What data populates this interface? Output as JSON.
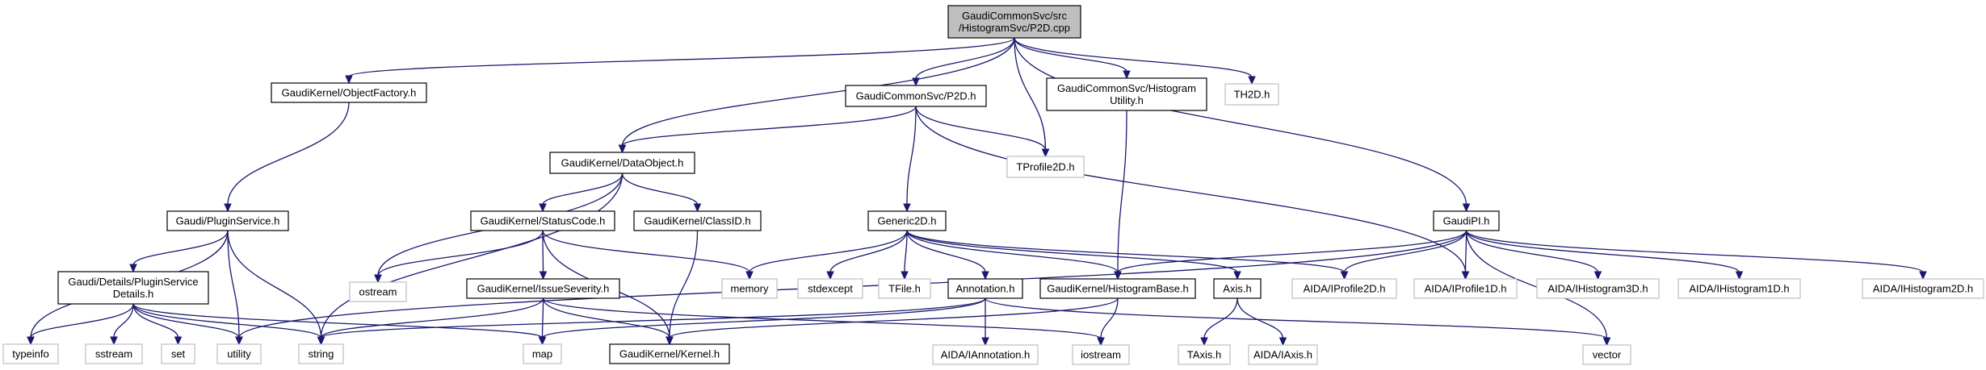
{
  "graph": {
    "title": "GaudiCommonSvc/src/HistogramSvc/P2D.cpp include dependency graph",
    "colors": {
      "edge": "#191970",
      "root_fill": "#bfbfbf",
      "documented_border": "#000000",
      "external_border": "#bfbfbf"
    },
    "nodes": [
      {
        "id": "root",
        "kind": "root",
        "lines": [
          "GaudiCommonSvc/src",
          "/HistogramSvc/P2D.cpp"
        ]
      },
      {
        "id": "objfactory",
        "kind": "doc",
        "lines": [
          "GaudiKernel/ObjectFactory.h"
        ]
      },
      {
        "id": "p2dh",
        "kind": "doc",
        "lines": [
          "GaudiCommonSvc/P2D.h"
        ]
      },
      {
        "id": "histutil",
        "kind": "doc",
        "lines": [
          "GaudiCommonSvc/Histogram",
          "Utility.h"
        ]
      },
      {
        "id": "th2d",
        "kind": "ext",
        "lines": [
          "TH2D.h"
        ]
      },
      {
        "id": "dataobject",
        "kind": "doc",
        "lines": [
          "GaudiKernel/DataObject.h"
        ]
      },
      {
        "id": "tprofile2d",
        "kind": "ext",
        "lines": [
          "TProfile2D.h"
        ]
      },
      {
        "id": "pluginservice",
        "kind": "doc",
        "lines": [
          "Gaudi/PluginService.h"
        ]
      },
      {
        "id": "statuscode",
        "kind": "doc",
        "lines": [
          "GaudiKernel/StatusCode.h"
        ]
      },
      {
        "id": "classid",
        "kind": "doc",
        "lines": [
          "GaudiKernel/ClassID.h"
        ]
      },
      {
        "id": "generic2d",
        "kind": "doc",
        "lines": [
          "Generic2D.h"
        ]
      },
      {
        "id": "gaudipi",
        "kind": "doc",
        "lines": [
          "GaudiPI.h"
        ]
      },
      {
        "id": "psdetails",
        "kind": "doc",
        "lines": [
          "Gaudi/Details/PluginService",
          "Details.h"
        ]
      },
      {
        "id": "ostream",
        "kind": "ext",
        "lines": [
          "ostream"
        ]
      },
      {
        "id": "issueseverity",
        "kind": "doc",
        "lines": [
          "GaudiKernel/IssueSeverity.h"
        ]
      },
      {
        "id": "memory",
        "kind": "ext",
        "lines": [
          "memory"
        ]
      },
      {
        "id": "stdexcept",
        "kind": "ext",
        "lines": [
          "stdexcept"
        ]
      },
      {
        "id": "tfile",
        "kind": "ext",
        "lines": [
          "TFile.h"
        ]
      },
      {
        "id": "annotation",
        "kind": "doc",
        "lines": [
          "Annotation.h"
        ]
      },
      {
        "id": "histbase",
        "kind": "doc",
        "lines": [
          "GaudiKernel/HistogramBase.h"
        ]
      },
      {
        "id": "axis",
        "kind": "doc",
        "lines": [
          "Axis.h"
        ]
      },
      {
        "id": "iprofile2d",
        "kind": "ext",
        "lines": [
          "AIDA/IProfile2D.h"
        ]
      },
      {
        "id": "iprofile1d",
        "kind": "ext",
        "lines": [
          "AIDA/IProfile1D.h"
        ]
      },
      {
        "id": "ihist3d",
        "kind": "ext",
        "lines": [
          "AIDA/IHistogram3D.h"
        ]
      },
      {
        "id": "ihist1d",
        "kind": "ext",
        "lines": [
          "AIDA/IHistogram1D.h"
        ]
      },
      {
        "id": "ihist2d",
        "kind": "ext",
        "lines": [
          "AIDA/IHistogram2D.h"
        ]
      },
      {
        "id": "typeinfo",
        "kind": "ext",
        "lines": [
          "typeinfo"
        ]
      },
      {
        "id": "sstream",
        "kind": "ext",
        "lines": [
          "sstream"
        ]
      },
      {
        "id": "set",
        "kind": "ext",
        "lines": [
          "set"
        ]
      },
      {
        "id": "utility",
        "kind": "ext",
        "lines": [
          "utility"
        ]
      },
      {
        "id": "string",
        "kind": "ext",
        "lines": [
          "string"
        ]
      },
      {
        "id": "map",
        "kind": "ext",
        "lines": [
          "map"
        ]
      },
      {
        "id": "kernel",
        "kind": "doc",
        "lines": [
          "GaudiKernel/Kernel.h"
        ]
      },
      {
        "id": "iannotation",
        "kind": "ext",
        "lines": [
          "AIDA/IAnnotation.h"
        ]
      },
      {
        "id": "iostream",
        "kind": "ext",
        "lines": [
          "iostream"
        ]
      },
      {
        "id": "vector",
        "kind": "ext",
        "lines": [
          "vector"
        ]
      },
      {
        "id": "taxis",
        "kind": "ext",
        "lines": [
          "TAxis.h"
        ]
      },
      {
        "id": "iaxis",
        "kind": "ext",
        "lines": [
          "AIDA/IAxis.h"
        ]
      }
    ],
    "edges": [
      [
        "root",
        "objfactory"
      ],
      [
        "root",
        "p2dh"
      ],
      [
        "root",
        "histutil"
      ],
      [
        "root",
        "th2d"
      ],
      [
        "root",
        "dataobject"
      ],
      [
        "root",
        "tprofile2d"
      ],
      [
        "root",
        "gaudipi"
      ],
      [
        "objfactory",
        "pluginservice"
      ],
      [
        "p2dh",
        "dataobject"
      ],
      [
        "p2dh",
        "tprofile2d"
      ],
      [
        "p2dh",
        "generic2d"
      ],
      [
        "p2dh",
        "iprofile1d"
      ],
      [
        "histutil",
        "histbase"
      ],
      [
        "dataobject",
        "statuscode"
      ],
      [
        "dataobject",
        "classid"
      ],
      [
        "dataobject",
        "ostream"
      ],
      [
        "dataobject",
        "string"
      ],
      [
        "pluginservice",
        "psdetails"
      ],
      [
        "pluginservice",
        "typeinfo"
      ],
      [
        "pluginservice",
        "utility"
      ],
      [
        "pluginservice",
        "string"
      ],
      [
        "statuscode",
        "ostream"
      ],
      [
        "statuscode",
        "issueseverity"
      ],
      [
        "statuscode",
        "memory"
      ],
      [
        "statuscode",
        "kernel"
      ],
      [
        "classid",
        "kernel"
      ],
      [
        "generic2d",
        "memory"
      ],
      [
        "generic2d",
        "stdexcept"
      ],
      [
        "generic2d",
        "tfile"
      ],
      [
        "generic2d",
        "annotation"
      ],
      [
        "generic2d",
        "histbase"
      ],
      [
        "generic2d",
        "axis"
      ],
      [
        "generic2d",
        "iprofile2d"
      ],
      [
        "gaudipi",
        "utility"
      ],
      [
        "gaudipi",
        "histbase"
      ],
      [
        "gaudipi",
        "iprofile2d"
      ],
      [
        "gaudipi",
        "iprofile1d"
      ],
      [
        "gaudipi",
        "ihist3d"
      ],
      [
        "gaudipi",
        "ihist1d"
      ],
      [
        "gaudipi",
        "ihist2d"
      ],
      [
        "gaudipi",
        "vector"
      ],
      [
        "psdetails",
        "typeinfo"
      ],
      [
        "psdetails",
        "sstream"
      ],
      [
        "psdetails",
        "set"
      ],
      [
        "psdetails",
        "utility"
      ],
      [
        "psdetails",
        "string"
      ],
      [
        "psdetails",
        "map"
      ],
      [
        "issueseverity",
        "string"
      ],
      [
        "issueseverity",
        "map"
      ],
      [
        "issueseverity",
        "kernel"
      ],
      [
        "issueseverity",
        "iostream"
      ],
      [
        "annotation",
        "string"
      ],
      [
        "annotation",
        "map"
      ],
      [
        "annotation",
        "iannotation"
      ],
      [
        "annotation",
        "vector"
      ],
      [
        "histbase",
        "kernel"
      ],
      [
        "histbase",
        "iostream"
      ],
      [
        "axis",
        "taxis"
      ],
      [
        "axis",
        "iaxis"
      ]
    ]
  }
}
